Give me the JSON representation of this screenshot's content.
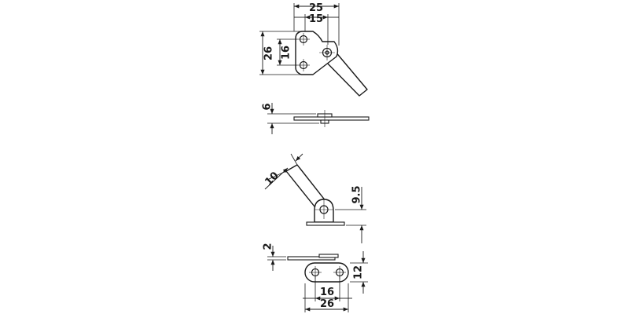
{
  "dimensions": {
    "overall_width_top": "25",
    "pivot_offset": "15",
    "plate_height": "26",
    "hole_spacing_vertical": "16",
    "plate_thickness": "6",
    "arm_thickness": "10",
    "pivot_height": "9.5",
    "base_thickness": "2",
    "base_depth": "12",
    "hole_spacing_base": "16",
    "base_length": "26"
  }
}
